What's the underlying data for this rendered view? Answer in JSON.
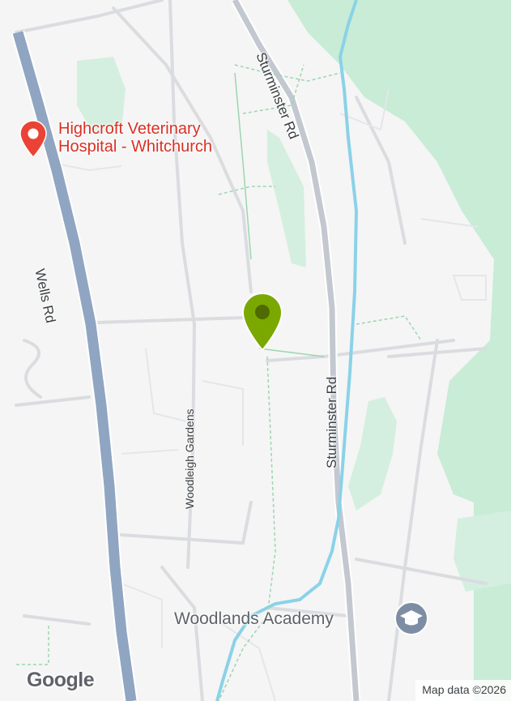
{
  "map": {
    "colors": {
      "background": "#f5f5f5",
      "park": "#c8ecd6",
      "major_road": "#8fa5c2",
      "minor_road": "#dadce0",
      "water": "#8ad2e8",
      "path": "#9dd5b0",
      "marker": "#7ba800",
      "poi": "#ea4335"
    },
    "roads": {
      "wells_rd": "Wells Rd",
      "sturminster_rd_north": "Sturminster Rd",
      "sturminster_rd_south": "Sturminster Rd",
      "woodleigh_gardens": "Woodleigh Gardens"
    },
    "poi": {
      "name_line1": "Highcroft Veterinary",
      "name_line2": "Hospital - Whitchurch",
      "icon": "map-pin-icon"
    },
    "school": {
      "name": "Woodlands Academy",
      "icon": "graduation-cap-icon"
    },
    "marker": {
      "icon": "location-marker-icon"
    },
    "logo": "Google",
    "attribution": "Map data ©2026"
  }
}
